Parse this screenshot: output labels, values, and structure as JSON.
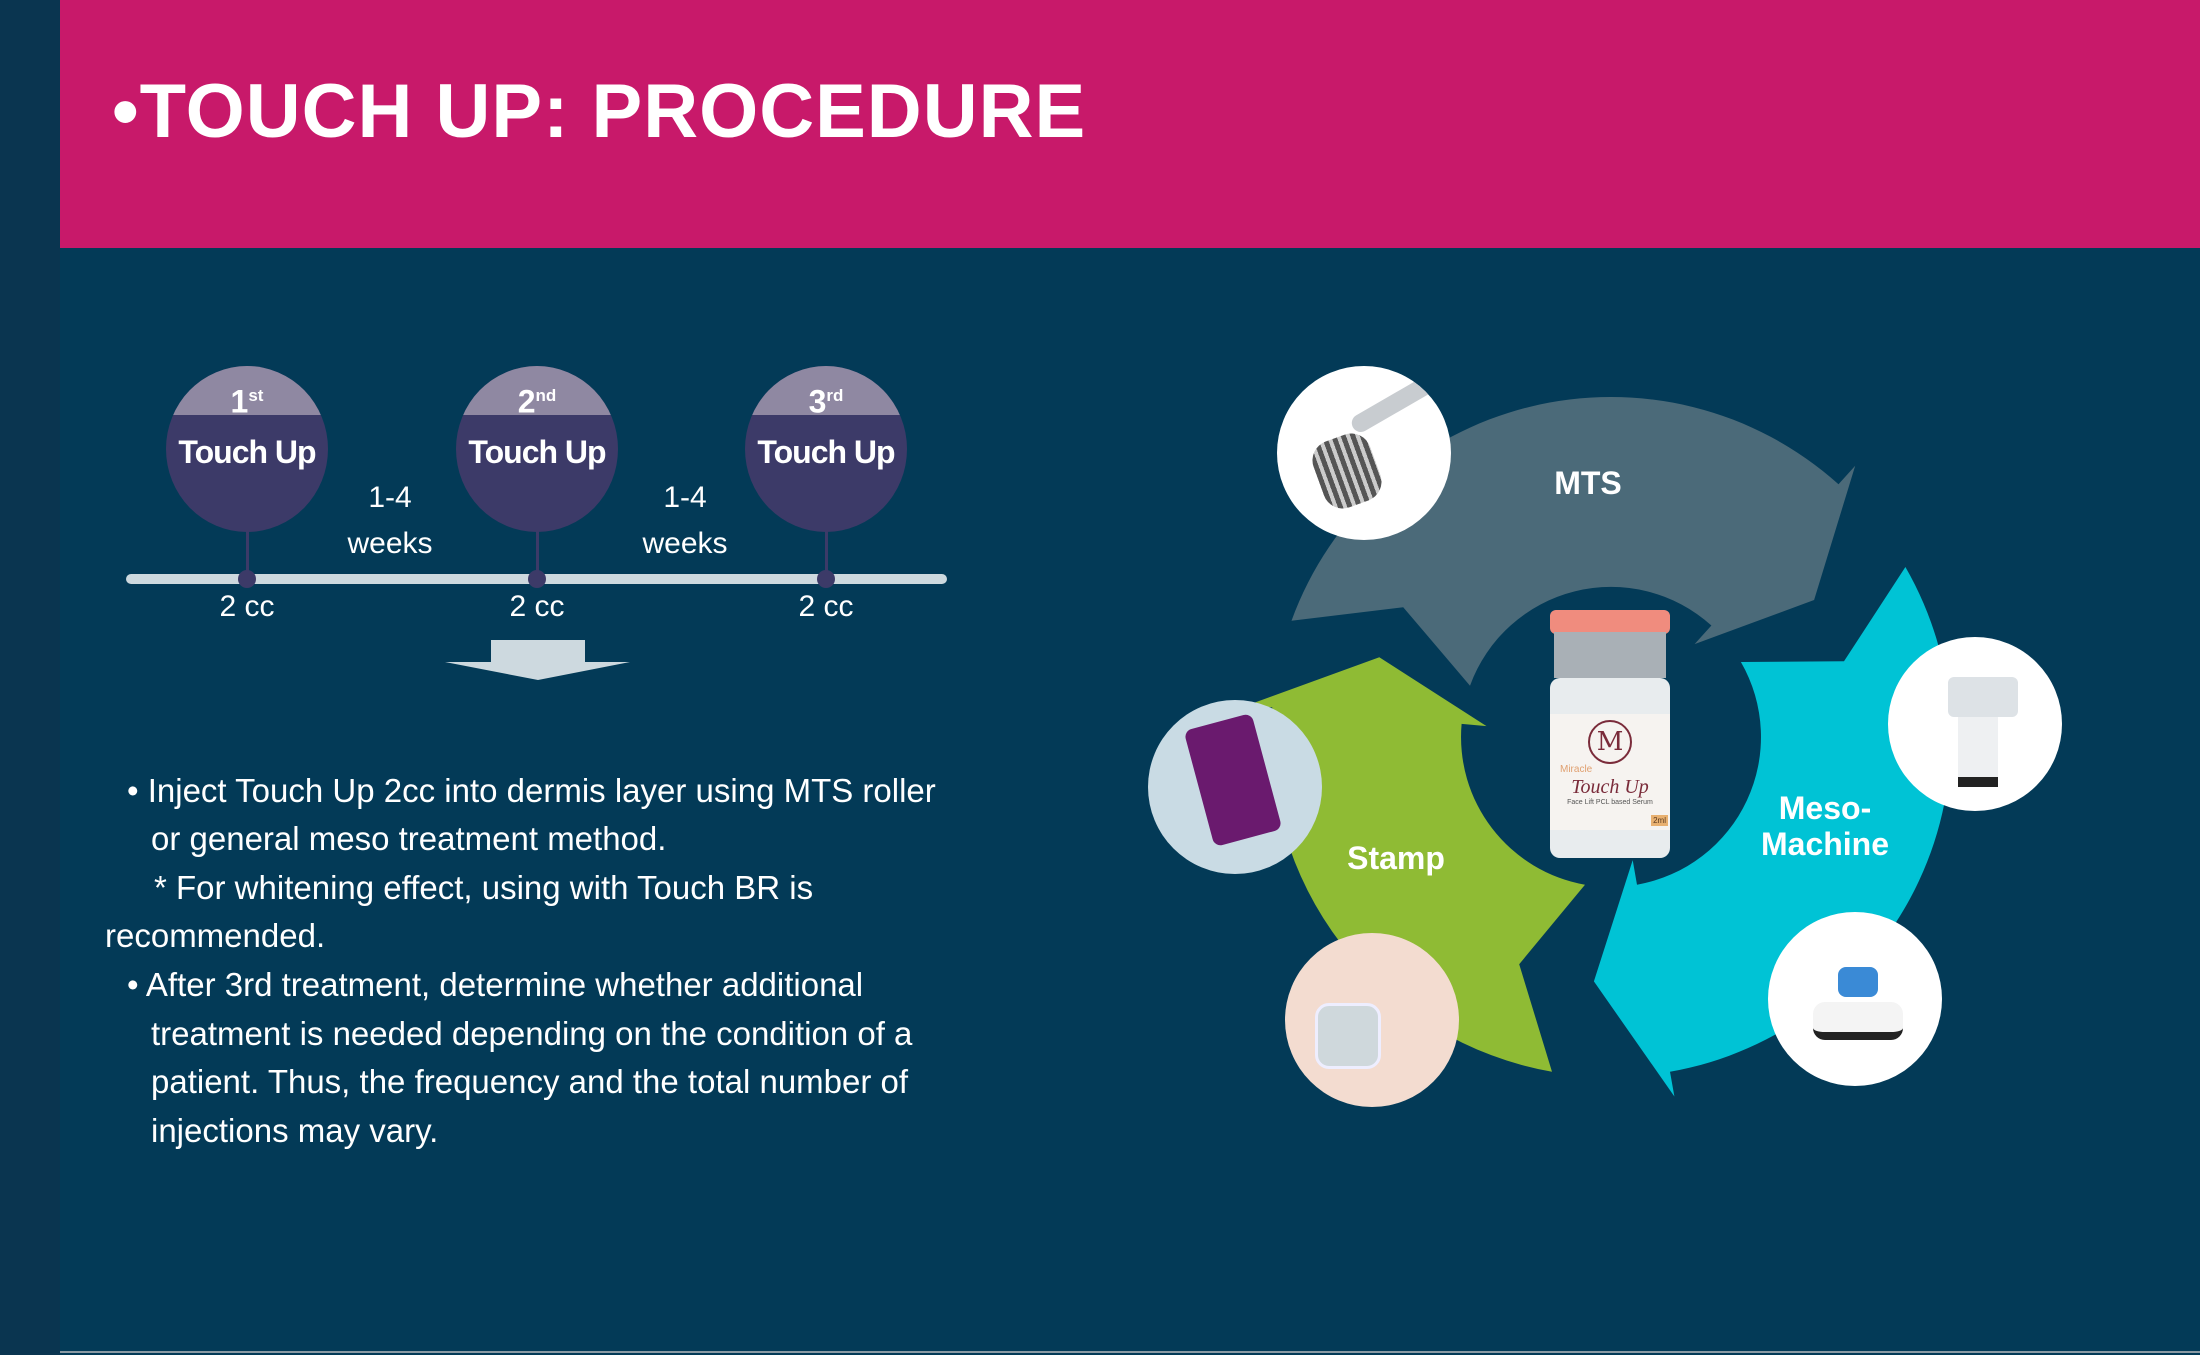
{
  "header": {
    "title": "•TOUCH UP: PROCEDURE"
  },
  "timeline": {
    "steps": [
      {
        "ordinal": "1",
        "suffix": "st",
        "label": "Touch Up",
        "dose": "2 cc"
      },
      {
        "ordinal": "2",
        "suffix": "nd",
        "label": "Touch Up",
        "dose": "2 cc"
      },
      {
        "ordinal": "3",
        "suffix": "rd",
        "label": "Touch Up",
        "dose": "2 cc"
      }
    ],
    "intervals": [
      {
        "range": "1-4",
        "unit": "weeks"
      },
      {
        "range": "1-4",
        "unit": "weeks"
      }
    ]
  },
  "description": {
    "lines": [
      "• Inject Touch Up 2cc into dermis layer using MTS roller",
      "or general meso treatment method.",
      "* For whitening effect, using with Touch BR is",
      "recommended.",
      "• After 3rd treatment, determine whether additional",
      "treatment is needed depending on the condition of a",
      "patient. Thus, the frequency and the total number of",
      "injections may vary."
    ]
  },
  "cycle": {
    "segments": [
      {
        "label": "MTS",
        "color": "#4b6a79"
      },
      {
        "label": "Meso-\nMachine",
        "line1": "Meso-",
        "line2": "Machine",
        "color": "#00c3d5"
      },
      {
        "label": "Stamp",
        "color": "#8fbb34"
      }
    ],
    "product": {
      "brand": "Miracle",
      "name": "Touch Up",
      "subtitle": "Face Lift PCL based Serum",
      "volume": "2ml"
    }
  }
}
